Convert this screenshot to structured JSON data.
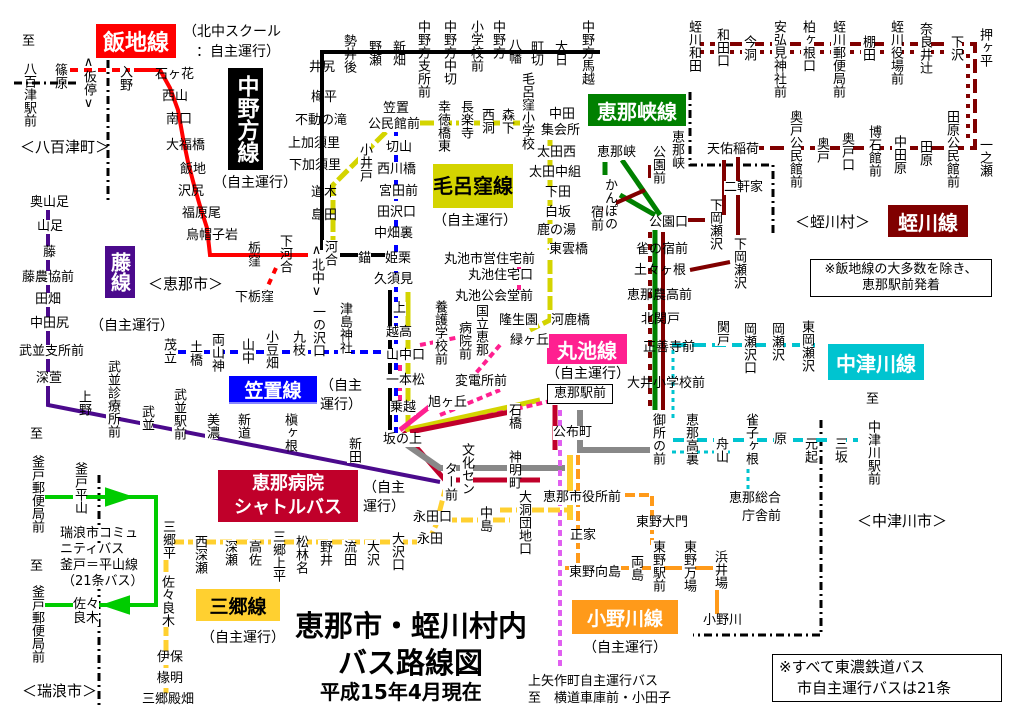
{
  "title": {
    "line1": "恵那市・蛭川村内",
    "line2": "バス路線図",
    "line3": "平成15年4月現在"
  },
  "station": "恵那駅前",
  "notes": {
    "departure1": "※飯地線の大多数を除き、",
    "departure2": "恵那駅前発着",
    "operator1": "※すべて東濃鉄道バス",
    "operator2": "市自主運行バスは21条"
  },
  "regions": [
    "＜八百津町＞",
    "＜恵那市＞",
    "＜蛭川村＞",
    "＜中津川市＞",
    "＜瑞浪市＞"
  ],
  "yaotsu": {
    "to": "至",
    "stops": [
      "八百津駅前",
      "篠原",
      "∧仮停∨"
    ]
  },
  "lines": {
    "iiji": {
      "label": "飯地線",
      "note1": "（北中スクール",
      "note2": "：自主運行）",
      "color": "#ff0000",
      "stops": [
        "入野",
        "石ヶ花",
        "西山",
        "南口",
        "大福橋",
        "飯地",
        "沢尻",
        "福原尾",
        "烏帽子岩",
        "栃窪",
        "下河合",
        "下栃窪",
        "∧北中∨"
      ]
    },
    "nakanoho": {
      "label": "中野方線",
      "note": "（自主運行）",
      "color": "#000000",
      "stops": [
        "井尻",
        "勢井後",
        "野瀬",
        "新畑",
        "中野方支所前",
        "中野方中切",
        "小学校前",
        "中野方",
        "八幡",
        "町切",
        "大日",
        "中野方馬越",
        "梅平",
        "不動の滝",
        "上加須里",
        "下加須里",
        "道木",
        "島田",
        "河合",
        "錨"
      ]
    },
    "fuji": {
      "label": "藤線",
      "note": "（自主運行）",
      "color": "#4b0a8c",
      "stops": [
        "奥山足",
        "山足",
        "藤",
        "藤農協前",
        "田畑",
        "中田尻",
        "武並支所前",
        "深萱",
        "上野",
        "武並診療所前",
        "武並",
        "武並駅前",
        "美濃",
        "新道",
        "槇ヶ根",
        "新田"
      ]
    },
    "kasagi": {
      "label": "笠置線",
      "note1": "（自主",
      "note2": "運行）",
      "color": "#0000ff",
      "stops": [
        "茂立",
        "土橋",
        "両山神",
        "山中",
        "小豆畑",
        "九枝",
        "一の沢口",
        "津島神社",
        "笠置",
        "公民館前",
        "切山",
        "西川橋",
        "宮田前",
        "田沢口",
        "中畑裏",
        "姫栗",
        "久須見",
        "上",
        "越高",
        "山中口",
        "一本松",
        "乗越"
      ]
    },
    "murokubo": {
      "label": "毛呂窪線",
      "note": "（自主運行）",
      "color": "#d4d400",
      "stops": [
        "小井戸",
        "幸徳橋東",
        "長楽寺",
        "西洞",
        "森下",
        "毛呂窪小学校",
        "中田",
        "集会所",
        "太田西",
        "太田中組",
        "下田",
        "白坂",
        "鹿の湯",
        "東雲橋",
        "河鹿橋"
      ]
    },
    "enakyo": {
      "label": "恵那峡線",
      "color": "#008000",
      "stops": [
        "恵那峡",
        "かんぽの",
        "宿前",
        "公園前",
        "恵那峡",
        "公園口",
        "雀の宿前",
        "土々ヶ根",
        "恵那農高前",
        "北関戸",
        "正善寺前",
        "大井小学校前",
        "御所の前"
      ]
    },
    "hirukawa": {
      "label": "蛭川線",
      "color": "#800000",
      "stops": [
        "蛭川和田",
        "和田口",
        "今洞",
        "安弘見神社前",
        "柏ヶ根口",
        "蛭川郵便局前",
        "棚田",
        "蛭川役場前",
        "奈良井辻",
        "下沢",
        "押ヶ平",
        "一之瀬",
        "田原公民館前",
        "田原",
        "中田原",
        "博石館前",
        "奥戸口",
        "奥戸",
        "奥戸公民館前",
        "天佑稲荷",
        "二軒家",
        "下岡瀬沢",
        "下岡瀬沢"
      ]
    },
    "maruike": {
      "label": "丸池線",
      "note": "（自主運行）",
      "color": "#ff2090",
      "stops": [
        "丸池市営住宅前",
        "丸池住宅口",
        "丸池公会堂前",
        "隆生園",
        "緑ヶ丘",
        "養護学校前",
        "国立恵那",
        "病院前",
        "変電所前",
        "旭ヶ丘",
        "石橋"
      ]
    },
    "nakatsugawa": {
      "label": "中津川線",
      "color": "#00c4d0",
      "to": "至",
      "dest": "中津川駅前",
      "stops": [
        "関戸",
        "岡瀬沢口",
        "岡瀬沢",
        "東岡瀬沢",
        "恵那高裏",
        "舟山",
        "雀子ヶ根",
        "原",
        "元起",
        "三坂",
        "恵那総合",
        "庁舎前"
      ]
    },
    "hospital": {
      "label1": "恵那病院",
      "label2": "シャトルバス",
      "note1": "（自主",
      "note2": "運行）",
      "color": "#c0002a",
      "stops": [
        "坂の上",
        "文化セン",
        "ター前",
        "神明町",
        "公布町"
      ]
    },
    "sango": {
      "label": "三郷線",
      "note": "（自主運行）",
      "color": "#ffd030",
      "stops": [
        "三郷平",
        "西深瀬",
        "深瀬",
        "高佐",
        "三郷上平",
        "松林名",
        "野井",
        "流田",
        "大沢",
        "大沢口",
        "永田",
        "永田口",
        "中島",
        "大洞団地口",
        "佐々良木",
        "伊保",
        "椽明",
        "三郷殿畑"
      ]
    },
    "onogawa": {
      "label": "小野川線",
      "note": "（自主運行）",
      "color": "#ff9a1a",
      "stops": [
        "恵那市役所前",
        "東野大門",
        "正家",
        "東野向島",
        "両島",
        "東野駅前",
        "東野万場",
        "浜井場",
        "小野川"
      ]
    },
    "kamiyahagi": {
      "line1": "上矢作町自主運行バス",
      "line2": "至　横道車庫前・小田子",
      "color": "#e060f0"
    },
    "mizunami": {
      "line1": "瑞浪市コミュ",
      "line2": "ニティバス",
      "line3": "釜戸＝平山線",
      "line4": "（21条バス）",
      "color": "#00cc00",
      "to": "至",
      "stops": [
        "釜戸郵便局前",
        "釜戸平山",
        "佐々",
        "良木",
        "釜戸郵便局前"
      ]
    }
  }
}
